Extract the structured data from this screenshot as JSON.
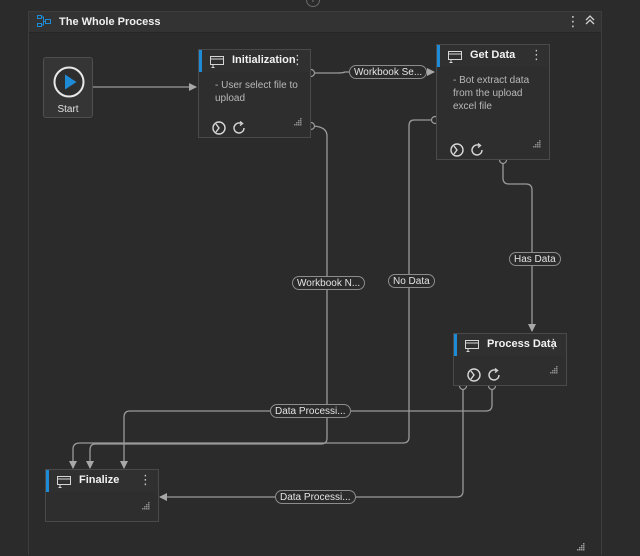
{
  "flow": {
    "title": "The Whole Process"
  },
  "start": {
    "label": "Start"
  },
  "nodes": {
    "initialization": {
      "title": "Initialization",
      "description": "- User select file to upload"
    },
    "get_data": {
      "title": "Get Data",
      "description": "- Bot extract data from the upload excel file"
    },
    "process_data": {
      "title": "Process Data"
    },
    "finalize": {
      "title": "Finalize"
    }
  },
  "edges": {
    "workbook_selected": "Workbook Se...",
    "workbook_not": "Workbook N...",
    "no_data": "No Data",
    "has_data": "Has Data",
    "data_processing_1": "Data Processi...",
    "data_processing_2": "Data Processi..."
  },
  "colors": {
    "accent": "#1e8bd7",
    "background": "#2b2b2b",
    "node_bg": "#2e2e2e",
    "wire": "#9a9a9a"
  }
}
